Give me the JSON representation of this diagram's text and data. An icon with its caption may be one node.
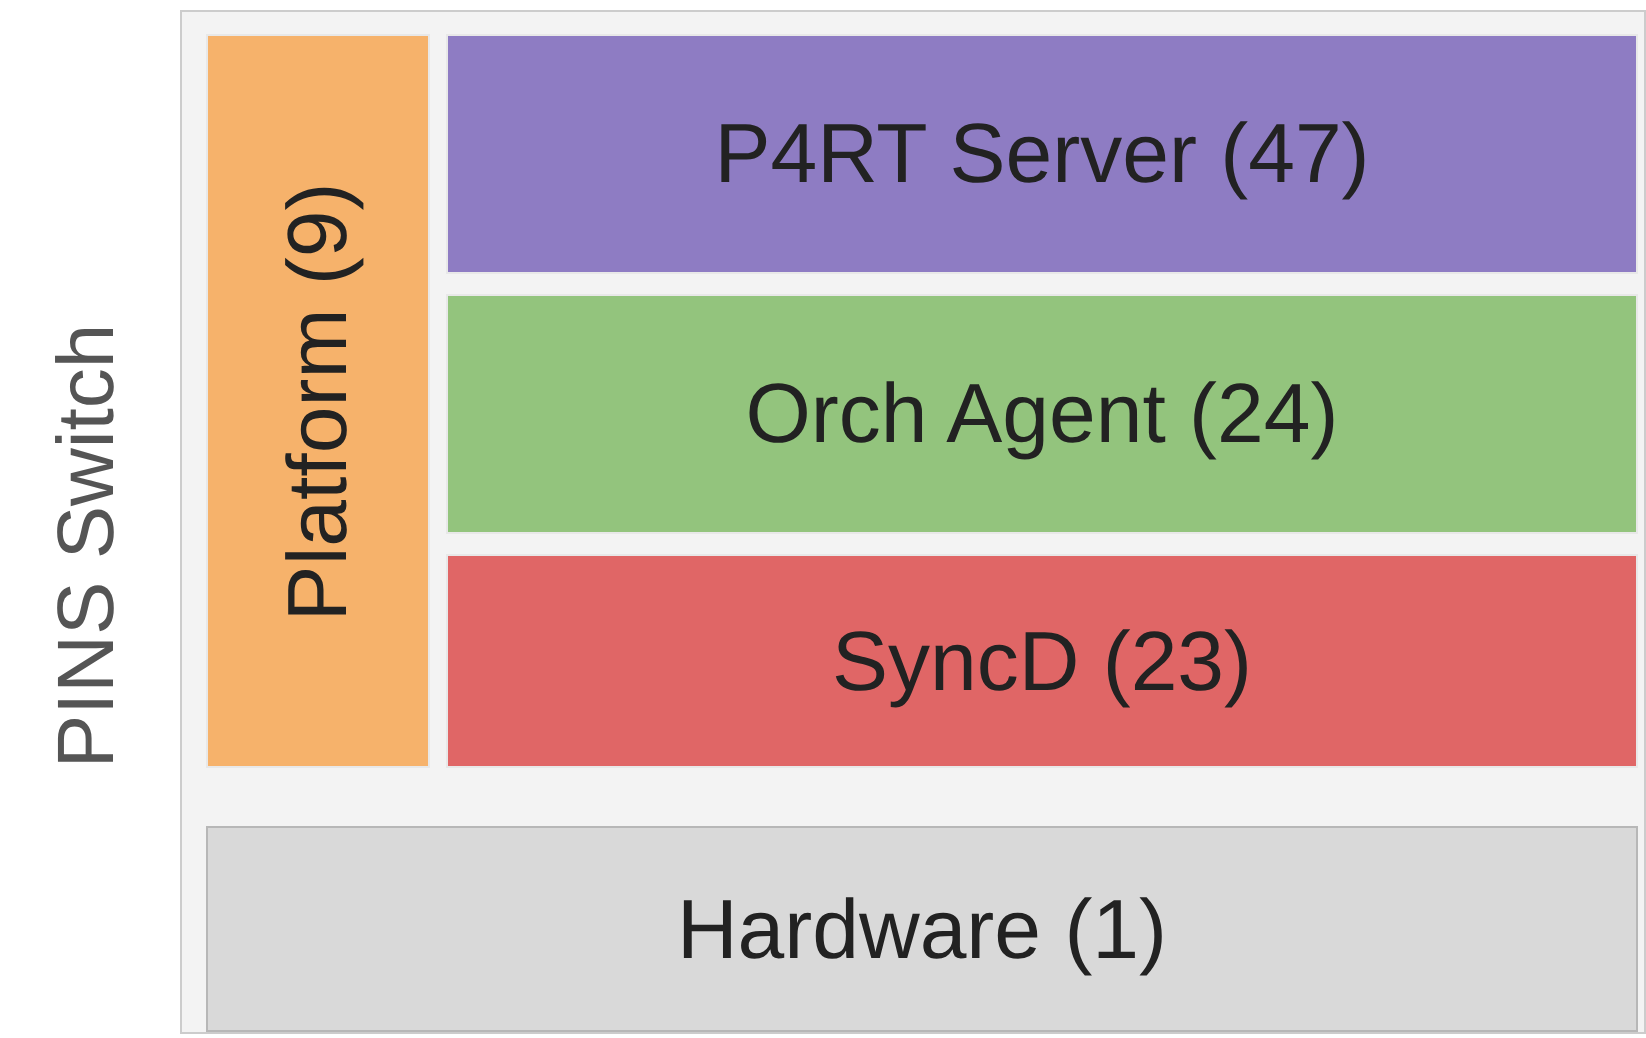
{
  "diagram": {
    "nodes": [
      {
        "text": [
          "PINS Switch"
        ]
      },
      {
        "text": [
          "Platform (9)"
        ],
        "in": 0
      },
      {
        "text": [
          "P4RT Server (47)"
        ],
        "in": 0
      },
      {
        "text": [
          "Orch Agent (24)"
        ],
        "in": 0
      },
      {
        "text": [
          "SyncD (23)"
        ],
        "in": 0
      },
      {
        "text": [
          "Hardware (1)"
        ],
        "in": 0
      }
    ]
  }
}
